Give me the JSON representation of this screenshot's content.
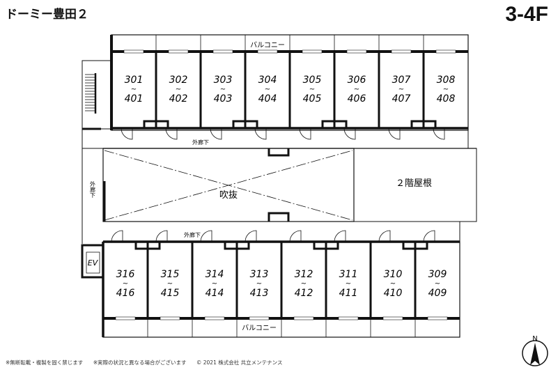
{
  "title": "ドーミー豊田２",
  "floor_label": "3-4F",
  "labels": {
    "balcony_top": "バルコニー",
    "balcony_bottom": "バルコニー",
    "corridor_top": "外廊下",
    "corridor_bottom": "外廊下",
    "corridor_left": "外廊下",
    "void": "吹抜",
    "roof": "２階屋根",
    "ev": "EV",
    "tilde": "~",
    "compass": "N"
  },
  "units_top": [
    {
      "a": "301",
      "b": "401"
    },
    {
      "a": "302",
      "b": "402"
    },
    {
      "a": "303",
      "b": "403"
    },
    {
      "a": "304",
      "b": "404"
    },
    {
      "a": "305",
      "b": "405"
    },
    {
      "a": "306",
      "b": "406"
    },
    {
      "a": "307",
      "b": "407"
    },
    {
      "a": "308",
      "b": "408"
    }
  ],
  "units_bottom": [
    {
      "a": "316",
      "b": "416"
    },
    {
      "a": "315",
      "b": "415"
    },
    {
      "a": "314",
      "b": "414"
    },
    {
      "a": "313",
      "b": "413"
    },
    {
      "a": "312",
      "b": "412"
    },
    {
      "a": "311",
      "b": "411"
    },
    {
      "a": "310",
      "b": "410"
    },
    {
      "a": "309",
      "b": "409"
    }
  ],
  "footer": [
    "※無断転載・複製を固く禁じます",
    "※実際の状況と異なる場合がございます",
    "© 2021 株式会社 共立メンテナンス"
  ]
}
